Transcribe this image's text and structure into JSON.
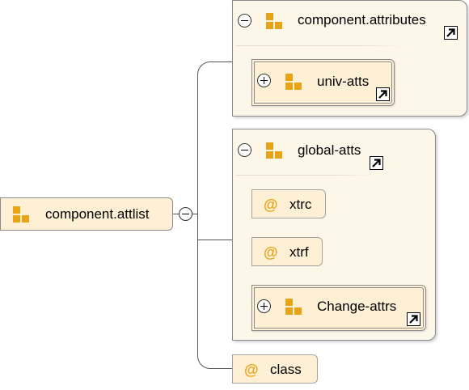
{
  "root": {
    "label": "component.attlist"
  },
  "groups": [
    {
      "title": "component.attributes",
      "children": [
        {
          "kind": "element-ref",
          "label": "univ-atts"
        }
      ]
    },
    {
      "title": "global-atts",
      "children": [
        {
          "kind": "attribute",
          "label": "xtrc"
        },
        {
          "kind": "attribute",
          "label": "xtrf"
        },
        {
          "kind": "element-ref",
          "label": "Change-attrs"
        }
      ]
    }
  ],
  "attribute": {
    "label": "class"
  },
  "icons": {
    "at_symbol": "@",
    "element_icon": "attribute-group-icon",
    "reference": "reference-arrow-icon",
    "collapse": "collapse-icon",
    "expand": "expand-icon"
  },
  "colors": {
    "accent": "#e8a317",
    "node_fill": "#fdf0d5",
    "group_fill": "#fdf7ea",
    "border": "#8c8c8c"
  }
}
